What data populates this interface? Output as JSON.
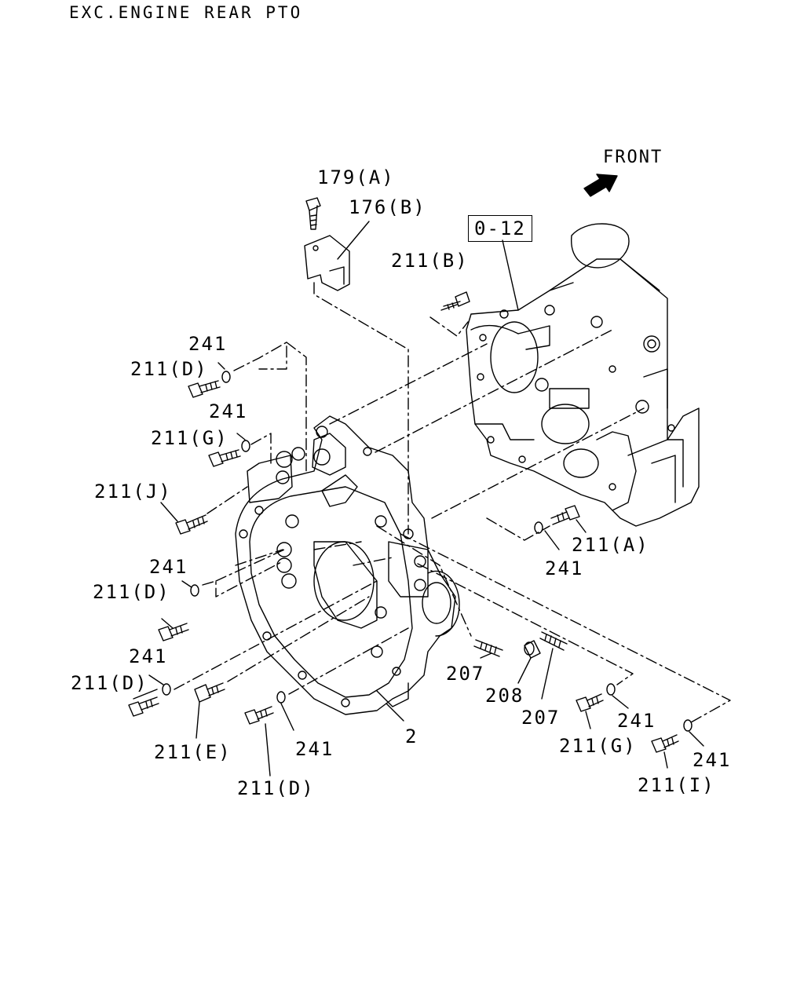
{
  "title": "EXC.ENGINE REAR PTO",
  "front_label": "FRONT",
  "ref_box": "0-12",
  "callouts": {
    "c179a": "179(A)",
    "c176b": "176(B)",
    "c211b": "211(B)",
    "c241_1": "241",
    "c211d_1": "211(D)",
    "c241_2": "241",
    "c211g_1": "211(G)",
    "c211j": "211(J)",
    "c241_3": "241",
    "c211d_2": "211(D)",
    "c241_4": "241",
    "c211d_3": "211(D)",
    "c211e": "211(E)",
    "c241_5": "241",
    "c211d_4": "211(D)",
    "c2": "2",
    "c207_1": "207",
    "c208": "208",
    "c207_2": "207",
    "c241_6": "241",
    "c211g_2": "211(G)",
    "c241_7": "241",
    "c211i": "211(I)",
    "c211a": "211(A)",
    "c241_8": "241"
  }
}
